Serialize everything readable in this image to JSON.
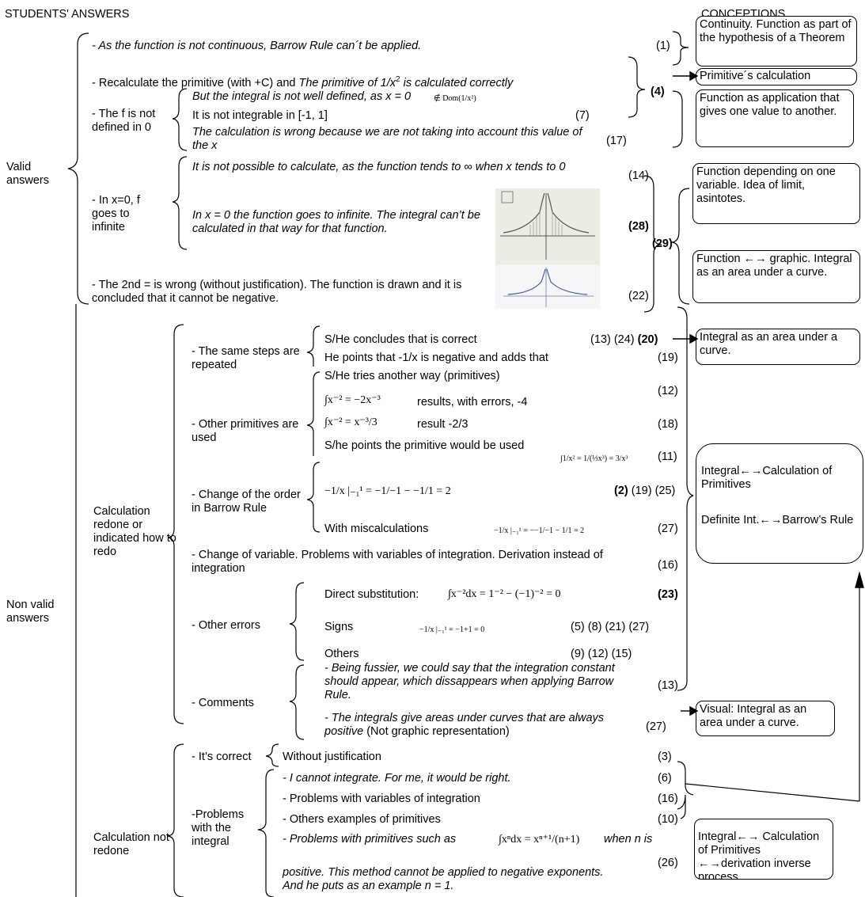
{
  "headers": {
    "students": "STUDENTS' ANSWERS",
    "conceptions": "CONCEPTIONS"
  },
  "categories": {
    "valid": "Valid answers",
    "non_valid": "Non valid answers",
    "redone": "Calculation redone or indicated how to redo",
    "not_redone": "Calculation not redone"
  },
  "valid": {
    "a1": "- As the function is not continuous, Barrow Rule can´t be applied.",
    "n1": "(1)",
    "a2_pre": "- Recalculate the primitive (with +C) and ",
    "a2_it": "The primitive of 1/x",
    "a2_sup": "2",
    "a2_post": " is calculated correctly",
    "g1_label": "- The f is not defined in 0",
    "g1_s1": "But the integral is not well defined, as x = 0",
    "g1_s1_math": "∉ Dom(1/x²)",
    "g1_s2": "It is not integrable in [-1, 1]",
    "n7": "(7)",
    "g1_s3": "The calculation is wrong because we are not taking into account this value of the x",
    "n17": "(17)",
    "n4": "(4)",
    "g2_label": "- In x=0, f goes to infinite",
    "g2_s1": "It is not possible to calculate, as the function tends to ∞ when x tends to 0",
    "n14": "(14)",
    "g2_s2": "In x = 0 the function goes to infinite. The integral can’t be calculated in that way for that function.",
    "n28": "(28)",
    "n29": "(29)",
    "a5": "- The 2nd = is wrong (without justification). The function is drawn and it is concluded that it cannot be negative.",
    "n22": "(22)"
  },
  "redone": {
    "same_label": "- The same steps are repeated",
    "same_s1": "S/He concludes that is correct",
    "same_n1": "(13) (24)",
    "same_n1b": "(20)",
    "same_s2": "He points that -1/x is negative and adds that",
    "n19": "(19)",
    "other_prim_label": "- Other primitives are used",
    "op_s0": "S/He tries another way (primitives)",
    "n12": "(12)",
    "op_m1": "∫x⁻² = −2x⁻³",
    "op_r1": "results, with errors, -4",
    "op_m2": "∫x⁻² = x⁻³/3",
    "op_r2": "result -2/3",
    "n18": "(18)",
    "op_s3": "S/he points the primitive would be used",
    "op_m3": "∫1/x² = 1/(⅓x³) = 3/x³",
    "n11": "(11)",
    "order_label": "- Change of the order in Barrow Rule",
    "or_m1": "−1/x |₋₁¹ = −1/−1 − −1/1 = 2",
    "or_n1b": "(2)",
    "or_n1": "(19) (25)",
    "or_s2": "With miscalculations",
    "or_m2": "−1/x |₋₁¹ = −−1/−1 − 1/1 = 2",
    "n27": "(27)",
    "change_var": "- Change of variable. Problems with variables of integration. Derivation instead of integration",
    "n16": "(16)",
    "other_err_label": "- Other errors",
    "oe_direct": "Direct substitution:",
    "oe_direct_math": "∫x⁻²dx = 1⁻² − (−1)⁻² = 0",
    "n23": "(23)",
    "oe_signs": "Signs",
    "oe_signs_math": "−1/x |₋₁¹ = −1+1 = 0",
    "oe_signs_n": "(5) (8) (21) (27)",
    "oe_others": "Others",
    "oe_others_n": "(9) (12) (15)",
    "comments_label": "- Comments",
    "c1": "- Being fussier, we could say that the integration constant should appear, which dissappears when applying Barrow Rule.",
    "n13": "(13)",
    "c2_it": "- The integrals give areas under curves that are always positive",
    "c2_rest": " (Not graphic representation)",
    "n27b": "(27)"
  },
  "not_redone": {
    "correct_label": "- It’s correct",
    "wj": "Without justification",
    "n3": "(3)",
    "problems_label": "-Problems with the integral",
    "p1": "- I cannot integrate. For me, it would be right.",
    "n6": "(6)",
    "p2": "- Problems with variables of integration",
    "n16": "(16)",
    "p3": "- Others examples of primitives",
    "n10": "(10)",
    "p4": "- Problems with primitives such as",
    "p4_math": "∫xⁿdx = xⁿ⁺¹/(n+1)",
    "p4_cont": "when n is",
    "p4_last": "positive. This method cannot be applied to negative exponents. And he puts as an example n = 1.",
    "n26": "(26)"
  },
  "conceptions": {
    "c1": "Continuity. Function as part of the hypothesis of a Theorem",
    "c2": "Primitive´s calculation",
    "c3": "Function as application that gives one value to another.",
    "c4": "Function depending on one variable. Idea of limit, asintotes.",
    "c5": "Function ←→ graphic. Integral as an area under a curve.",
    "c6": "Integral as an area under a curve.",
    "c7a": "Integral←→Calculation of Primitives",
    "c7b": "Definite Int.←→Barrow’s Rule",
    "c8": "Visual: Integral as an area under a curve.",
    "c9": "Integral←→ Calculation of Primitives ←→derivation inverse process"
  }
}
